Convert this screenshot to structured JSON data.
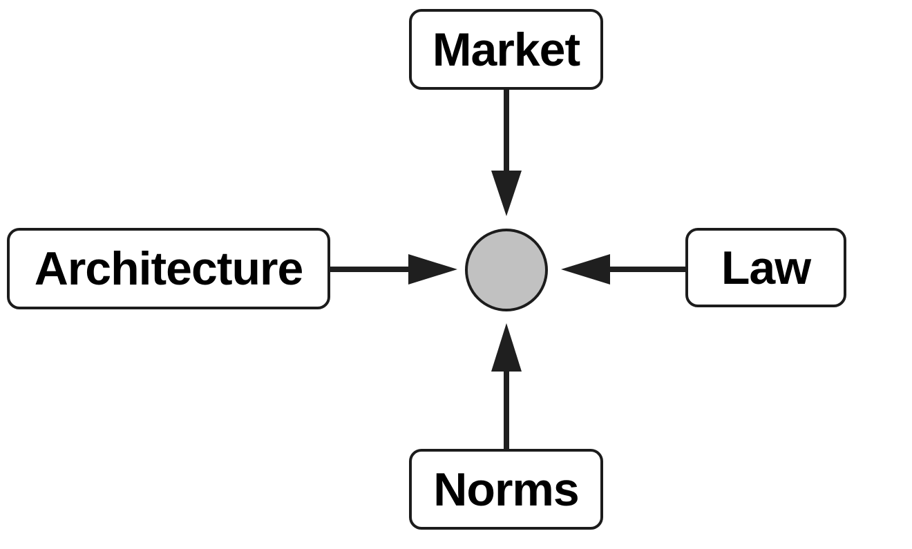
{
  "diagram": {
    "type": "forces-diagram",
    "description": "Four labeled boxes with arrows pointing inward to a central gray dot",
    "center_node": {
      "id": "dot",
      "label": "",
      "shape": "circle",
      "fill": "#c1c1c1"
    },
    "nodes": [
      {
        "id": "market",
        "label": "Market",
        "position": "top"
      },
      {
        "id": "architecture",
        "label": "Architecture",
        "position": "left"
      },
      {
        "id": "law",
        "label": "Law",
        "position": "right"
      },
      {
        "id": "norms",
        "label": "Norms",
        "position": "bottom"
      }
    ],
    "edges": [
      {
        "from": "market",
        "to": "dot",
        "direction": "down"
      },
      {
        "from": "architecture",
        "to": "dot",
        "direction": "right"
      },
      {
        "from": "law",
        "to": "dot",
        "direction": "left"
      },
      {
        "from": "norms",
        "to": "dot",
        "direction": "up"
      }
    ],
    "colors": {
      "background": "#ffffff",
      "box_fill": "#ffffff",
      "box_border": "#1c1c1c",
      "label_text": "#000000",
      "arrow": "#1f1f1f",
      "dot_fill": "#c1c1c1",
      "dot_border": "#1c1c1c"
    }
  }
}
